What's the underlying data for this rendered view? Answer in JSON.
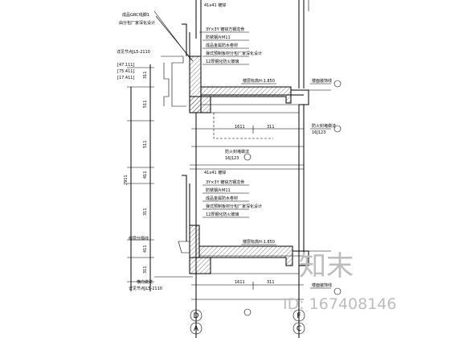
{
  "notes": {
    "cap_top": "41x41 镀锌",
    "cap_bot": "41x41 镀锌",
    "grc_line1": "成品GRC线脚1",
    "grc_line2": "由分包厂家深化设计",
    "layer_a1": "3Y×3Y 镀锌方钢龙骨",
    "layer_b1": "防锈钢片M11",
    "layer_c1": "成品金属防水卷材",
    "layer_d1": "弹式预制板材分包厂家深化设计",
    "layer_e1": "12厚钢化防火玻璃",
    "layer_a2": "3Y×3Y 镀锌方钢龙骨",
    "layer_b2": "防锈钢片M11",
    "layer_c2": "成品金属防水卷材",
    "layer_d2": "弹式预制板材分包厂家深化设计",
    "layer_e2": "12厚钢化防火玻璃",
    "grc_ref": "详见节点JL5-2110",
    "slab_upper": "楼层标高H-1.850",
    "slab_lower": "楼层标高H-1.850",
    "finish_upper": "楼面装饰线",
    "finish_lower": "楼面装饰线",
    "fire_upper": "防火封堵做法",
    "fire_lower": "防火封堵做法",
    "std_upper": "16J123",
    "std_lower": "16J123",
    "ref_left": "横向做法",
    "ref_left2": "详见节点JL5-2110",
    "left_panel": "楼层分隔线",
    "elev1": "[47.111]",
    "elev2": "[75.411]",
    "elev3": "[17.411]"
  },
  "dimensions": {
    "d1": "311",
    "d2": "511",
    "d3": "511",
    "d4": "2911",
    "d5": "411",
    "d6": "311",
    "d7": "411",
    "d8": "311",
    "span_upper": "1611",
    "span_upper2": "311",
    "span_lower": "1611",
    "span_lower2": "311"
  },
  "axes": {
    "left_top": "D",
    "left_bottom": "A",
    "right_top": "F",
    "right_bottom": "C"
  },
  "watermark": {
    "brand": "知末",
    "id_text": "ID: 167408146"
  }
}
